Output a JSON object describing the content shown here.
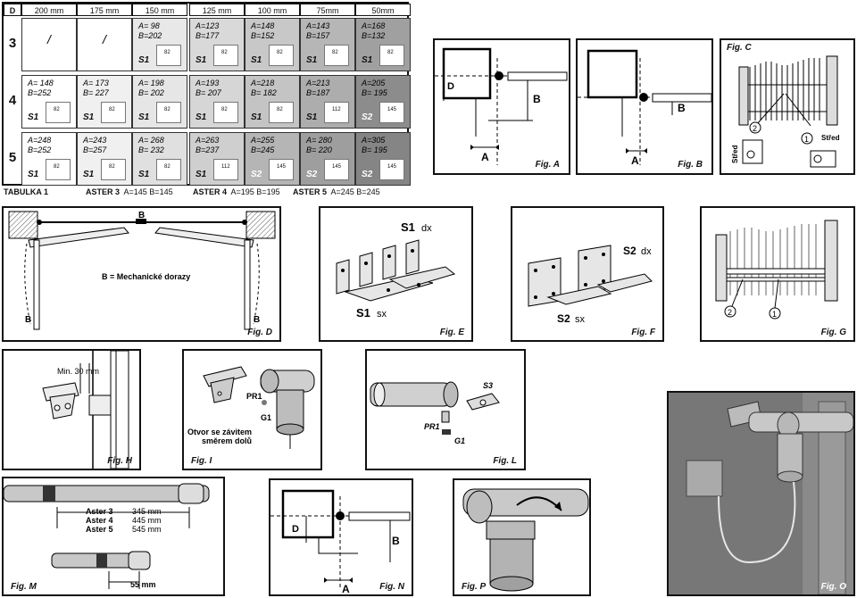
{
  "table": {
    "corner": "D",
    "columns": [
      "200 mm",
      "175 mm",
      "150 mm",
      "125 mm",
      "100 mm",
      "75mm",
      "50mm"
    ],
    "rows": [
      {
        "label": "3",
        "cells": [
          {
            "a": "",
            "b": "",
            "mark": "/",
            "tag": ""
          },
          {
            "a": "",
            "b": "",
            "mark": "/",
            "tag": ""
          },
          {
            "a": "A= 98",
            "b": "B=202",
            "tag": "S1",
            "num": "82"
          },
          {
            "a": "A=123",
            "b": "B=177",
            "tag": "S1",
            "num": "82"
          },
          {
            "a": "A=148",
            "b": "B=152",
            "tag": "S1",
            "num": "82"
          },
          {
            "a": "A=143",
            "b": "B=157",
            "tag": "S1",
            "num": "82"
          },
          {
            "a": "A=168",
            "b": "B=132",
            "tag": "S1",
            "num": "82"
          }
        ]
      },
      {
        "label": "4",
        "cells": [
          {
            "a": "A= 148",
            "b": "B=252",
            "tag": "S1",
            "num": "82"
          },
          {
            "a": "A= 173",
            "b": "B= 227",
            "tag": "S1",
            "num": "82"
          },
          {
            "a": "A= 198",
            "b": "B= 202",
            "tag": "S1",
            "num": "82"
          },
          {
            "a": "A=193",
            "b": "B= 207",
            "tag": "S1",
            "num": "82"
          },
          {
            "a": "A=218",
            "b": "B= 182",
            "tag": "S1",
            "num": "82"
          },
          {
            "a": "A=213",
            "b": "B=187",
            "tag": "S1",
            "num": "112"
          },
          {
            "a": "A=205",
            "b": "B= 195",
            "tag": "S2",
            "num": "145"
          }
        ]
      },
      {
        "label": "5",
        "cells": [
          {
            "a": "A=248",
            "b": "B=252",
            "tag": "S1",
            "num": "82"
          },
          {
            "a": "A=243",
            "b": "B=257",
            "tag": "S1",
            "num": "82"
          },
          {
            "a": "A= 268",
            "b": "B= 232",
            "tag": "S1",
            "num": "82"
          },
          {
            "a": "A=263",
            "b": "B=237",
            "tag": "S1",
            "num": "112"
          },
          {
            "a": "A=255",
            "b": "B=245",
            "tag": "S2",
            "num": "145"
          },
          {
            "a": "A= 280",
            "b": "B= 220",
            "tag": "S2",
            "num": "145"
          },
          {
            "a": "A=305",
            "b": "B= 195",
            "tag": "S2",
            "num": "145"
          }
        ]
      }
    ],
    "caption": "TABULKA 1",
    "aster": [
      {
        "name": "ASTER 3",
        "vals": "A=145 B=145"
      },
      {
        "name": "ASTER 4",
        "vals": "A=195 B=195"
      },
      {
        "name": "ASTER 5",
        "vals": "A=245 B=245"
      }
    ]
  },
  "figA": {
    "label": "Fig. A",
    "d": "D",
    "a": "A",
    "b": "B"
  },
  "figB": {
    "label": "Fig. B",
    "a": "A",
    "b": "B"
  },
  "figC": {
    "label": "Fig. C",
    "n1": "1",
    "n2": "2",
    "stred1": "Střed",
    "stred2": "Střed"
  },
  "figD": {
    "label": "Fig. D",
    "b_top": "B",
    "b_left": "B",
    "b_right": "B",
    "note": "B = Mechanické dorazy"
  },
  "figE": {
    "label": "Fig. E",
    "top": "S1",
    "top_side": "dx",
    "bottom": "S1",
    "bottom_side": "sx"
  },
  "figF": {
    "label": "Fig. F",
    "top": "S2",
    "top_side": "dx",
    "bottom": "S2",
    "bottom_side": "sx"
  },
  "figG": {
    "label": "Fig. G",
    "n1": "1",
    "n2": "2"
  },
  "figH": {
    "label": "Fig. H",
    "min": "Min. 30 mm"
  },
  "figI": {
    "label": "Fig. I",
    "pr1": "PR1",
    "g1": "G1",
    "note1": "Otvor se závitem",
    "note2": "směrem dolů"
  },
  "figL": {
    "label": "Fig. L",
    "s3": "S3",
    "pr1": "PR1",
    "g1": "G1"
  },
  "figM": {
    "label": "Fig. M",
    "rows": [
      {
        "name": "Aster 3",
        "val": "345 mm"
      },
      {
        "name": "Aster 4",
        "val": "445 mm"
      },
      {
        "name": "Aster 5",
        "val": "545 mm"
      }
    ],
    "short": "55 mm"
  },
  "figN": {
    "label": "Fig. N",
    "d": "D",
    "a": "A",
    "b": "B"
  },
  "figP": {
    "label": "Fig. P"
  },
  "figO": {
    "label": "Fig. O"
  }
}
